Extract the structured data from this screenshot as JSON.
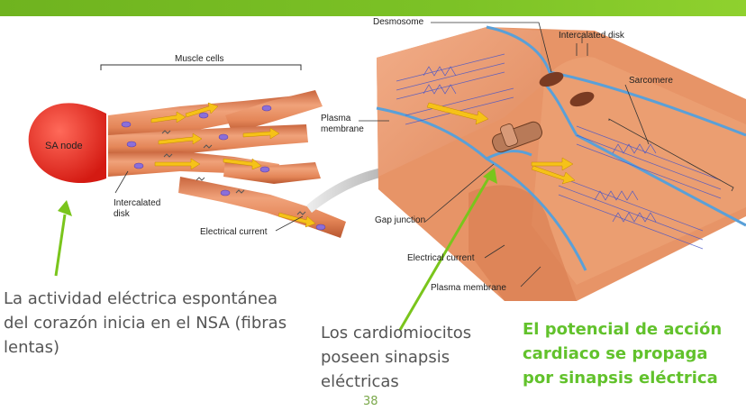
{
  "header": {
    "accent_color": "#7cc226"
  },
  "illustration": {
    "left_panel": {
      "muscle_cells_label": "Muscle cells",
      "sa_node_label": "SA node",
      "intercalated_disk_label": "Intercalated\ndisk",
      "electrical_current_label": "Electrical current"
    },
    "right_panel": {
      "desmosome_label": "Desmosome",
      "intercalated_disk_label": "Intercalated disk",
      "sarcomere_label": "Sarcomere",
      "plasma_membrane_top_label": "Plasma\nmembrane",
      "gap_junction_label": "Gap junction",
      "electrical_current_label": "Electrical current",
      "plasma_membrane_bottom_label": "Plasma membrane"
    }
  },
  "captions": {
    "left": "La actividad eléctrica espontánea del corazón inicia en el NSA (fibras lentas)",
    "middle": "Los cardiomiocitos poseen sinapsis eléctricas",
    "right": "El potencial de acción cardiaco se propaga por sinapsis eléctrica"
  },
  "page_number": "38",
  "colors": {
    "sa_node": "#e8231c",
    "muscle": "#e58a5c",
    "pointer_arrow": "#7ac51c",
    "membrane": "#5aa0d8",
    "caption_green": "#62c22c"
  }
}
